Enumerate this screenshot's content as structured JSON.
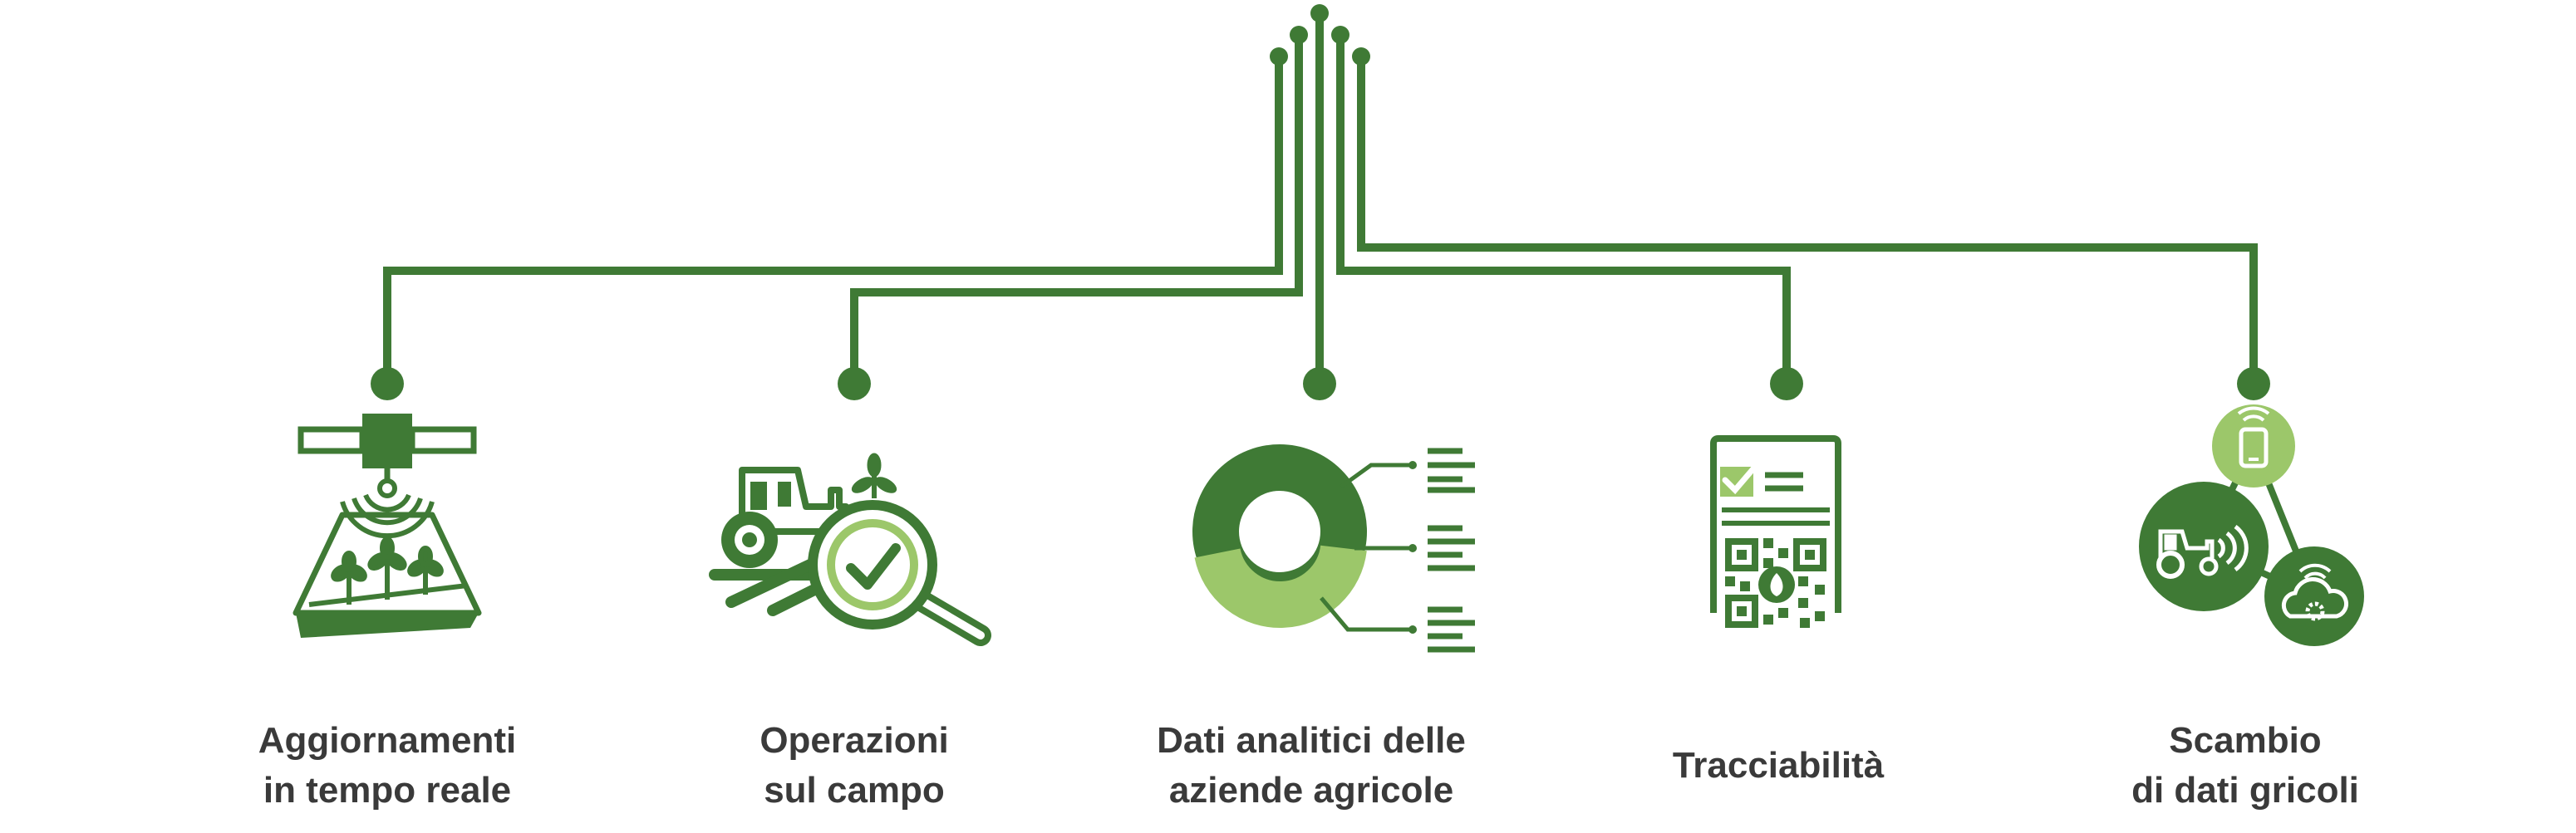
{
  "colors": {
    "dark_green": "#3f7a35",
    "light_green": "#9cc76a",
    "white": "#ffffff",
    "text": "#3a3a3a"
  },
  "features": [
    {
      "icon": "satellite-field-icon",
      "label_lines": [
        "Aggiornamenti",
        "in tempo reale"
      ]
    },
    {
      "icon": "tractor-magnifier-icon",
      "label_lines": [
        "Operazioni",
        "sul campo"
      ]
    },
    {
      "icon": "donut-chart-icon",
      "label_lines": [
        "Dati analitici delle",
        "aziende agricole"
      ]
    },
    {
      "icon": "qr-checklist-icon",
      "label_lines": [
        "Tracciabilità"
      ]
    },
    {
      "icon": "data-exchange-network-icon",
      "label_lines": [
        "Scambio",
        "di dati gricoli"
      ]
    }
  ]
}
